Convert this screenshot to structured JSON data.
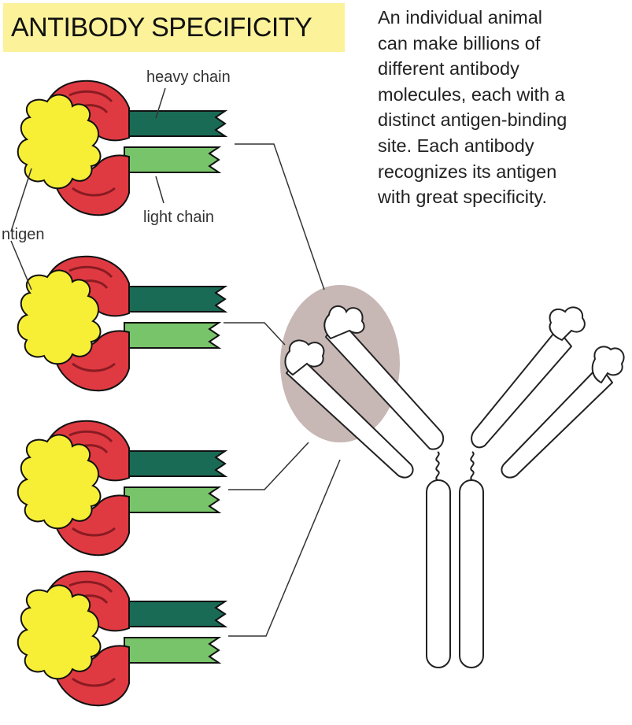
{
  "title": "ANTIBODY SPECIFICITY",
  "caption_lines": [
    "An individual animal",
    "can make billions of",
    "different antibody",
    "molecules, each with a",
    "distinct antigen-binding",
    "site. Each antibody",
    "recognizes its antigen",
    "with great specificity."
  ],
  "labels": {
    "heavy_chain": "heavy chain",
    "light_chain": "light chain",
    "antigen": "ntigen"
  },
  "colors": {
    "title_band": "#fbf29a",
    "heavy_chain": "#1a6b56",
    "light_chain": "#78c46a",
    "variable_region": "#df3a42",
    "antigen": "#f7ef36",
    "binding_site_highlight": "#c7b7b5"
  }
}
